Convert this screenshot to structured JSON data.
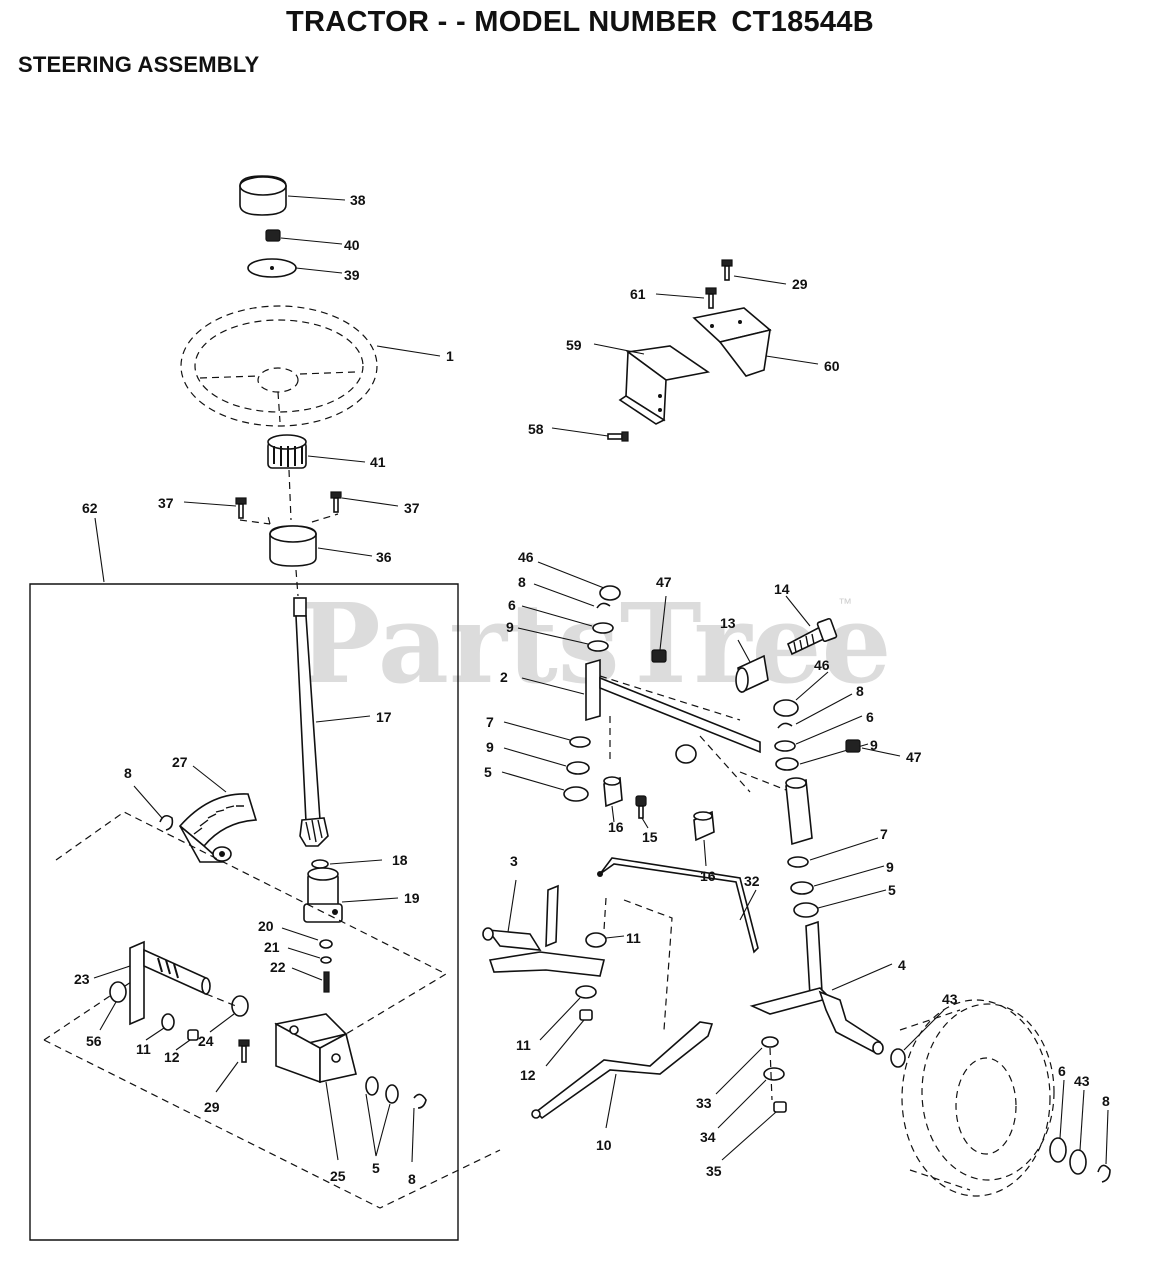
{
  "header": {
    "title": "TRACTOR - - MODEL NUMBER",
    "model_number": "CT18544B",
    "section": "STEERING ASSEMBLY"
  },
  "watermark": {
    "brand": "PartsTree",
    "tm": "™"
  },
  "callouts": {
    "c38": "38",
    "c40": "40",
    "c39": "39",
    "c1": "1",
    "c41": "41",
    "c37a": "37",
    "c37b": "37",
    "c36": "36",
    "c62": "62",
    "c29a": "29",
    "c61": "61",
    "c59": "59",
    "c60": "60",
    "c58": "58",
    "c17": "17",
    "c27": "27",
    "c8a": "8",
    "c18": "18",
    "c19": "19",
    "c20": "20",
    "c21": "21",
    "c22": "22",
    "c23": "23",
    "c56": "56",
    "c11a": "11",
    "c12a": "12",
    "c24": "24",
    "c29b": "29",
    "c25": "25",
    "c5a": "5",
    "c8b": "8",
    "c46a": "46",
    "c8c": "8",
    "c6a": "6",
    "c9a": "9",
    "c47a": "47",
    "c13": "13",
    "c14": "14",
    "c2": "2",
    "c7a": "7",
    "c9b": "9",
    "c5b": "5",
    "c16a": "16",
    "c15": "15",
    "c16b": "16",
    "c46b": "46",
    "c8d": "8",
    "c6b": "6",
    "c9c": "9",
    "c47b": "47",
    "c7b": "7",
    "c9d": "9",
    "c5c": "5",
    "c3": "3",
    "c11b": "11",
    "c32": "32",
    "c11c": "11",
    "c12b": "12",
    "c4": "4",
    "c10": "10",
    "c33": "33",
    "c34": "34",
    "c35": "35",
    "c43a": "43",
    "c6c": "6",
    "c43b": "43",
    "c8e": "8"
  }
}
